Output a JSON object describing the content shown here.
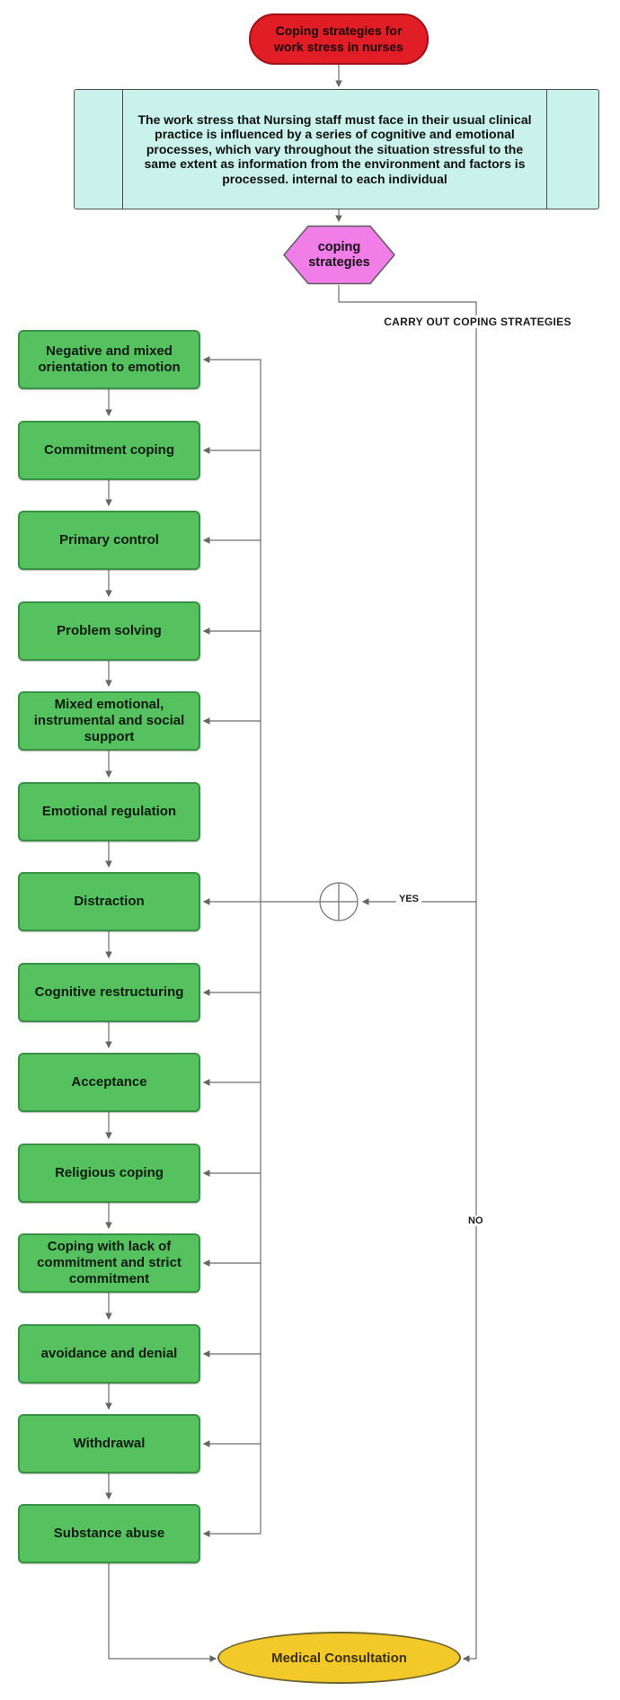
{
  "diagram": {
    "start": {
      "label": "Coping strategies for work stress in nurses"
    },
    "description": {
      "text": "The work stress that Nursing staff must face in their usual clinical practice is influenced by a series of cognitive and emotional processes, which vary throughout the situation stressful to the same extent as information from the environment and factors is processed. internal to each individual"
    },
    "decision": {
      "label": "coping strategies"
    },
    "labels": {
      "carry_out": "CARRY OUT COPING STRATEGIES",
      "yes": "YES",
      "no": "NO"
    },
    "strategies": [
      "Negative and mixed orientation to emotion",
      "Commitment coping",
      "Primary control",
      "Problem solving",
      "Mixed emotional, instrumental and social support",
      "Emotional regulation",
      "Distraction",
      "Cognitive restructuring",
      "Acceptance",
      "Religious coping",
      "Coping with lack of commitment and strict commitment",
      "avoidance and denial",
      "Withdrawal",
      "Substance abuse"
    ],
    "terminal": {
      "label": "Medical Consultation"
    },
    "colors": {
      "start_fill": "#e11d25",
      "description_fill": "#c8f2ea",
      "decision_fill": "#f17de8",
      "strategy_fill": "#55c25f",
      "terminal_fill": "#f3c929",
      "connector": "#6e6e6e"
    }
  }
}
